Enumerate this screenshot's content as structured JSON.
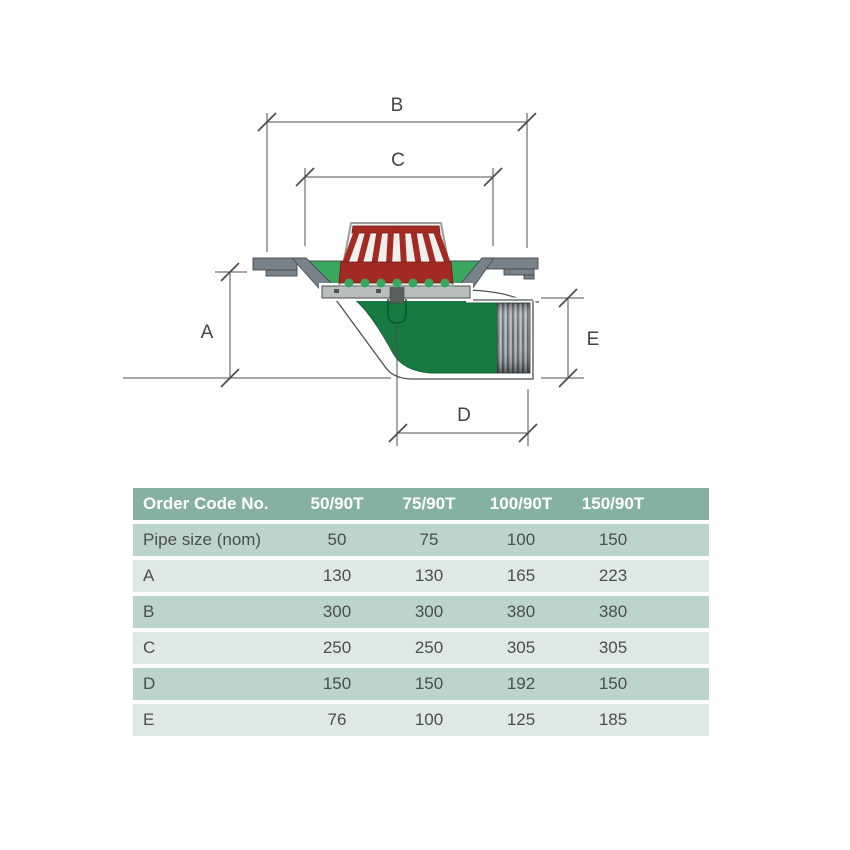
{
  "diagram": {
    "title": "roof-outlet-cross-section",
    "labels": {
      "a": "A",
      "b": "B",
      "c": "C",
      "d": "D",
      "e": "E"
    },
    "colors": {
      "deck_green": "#3aa761",
      "body_green": "#177a40",
      "strainer_red": "#a32a22",
      "strainer_red_dark": "#701812",
      "flange_gray": "#78828a",
      "clamp_gray": "#b9beba",
      "thread_gray": "#9aa0a3",
      "line_gray": "#4a5054"
    }
  },
  "table": {
    "header": [
      "Order Code No.",
      "50/90T",
      "75/90T",
      "100/90T",
      "150/90T"
    ],
    "rows": [
      {
        "label": "Pipe size (nom)",
        "values": [
          "50",
          "75",
          "100",
          "150"
        ]
      },
      {
        "label": "A",
        "values": [
          "130",
          "130",
          "165",
          "223"
        ]
      },
      {
        "label": "B",
        "values": [
          "300",
          "300",
          "380",
          "380"
        ]
      },
      {
        "label": "C",
        "values": [
          "250",
          "250",
          "305",
          "305"
        ]
      },
      {
        "label": "D",
        "values": [
          "150",
          "150",
          "192",
          "150"
        ]
      },
      {
        "label": "E",
        "values": [
          "76",
          "100",
          "125",
          "185"
        ]
      }
    ],
    "colors": {
      "header_bg": "#84b1a0",
      "header_text": "#ffffff",
      "row_dark": "#bdd4ca",
      "row_light": "#dde9e3",
      "cell_text": "#4a4f4c"
    }
  }
}
